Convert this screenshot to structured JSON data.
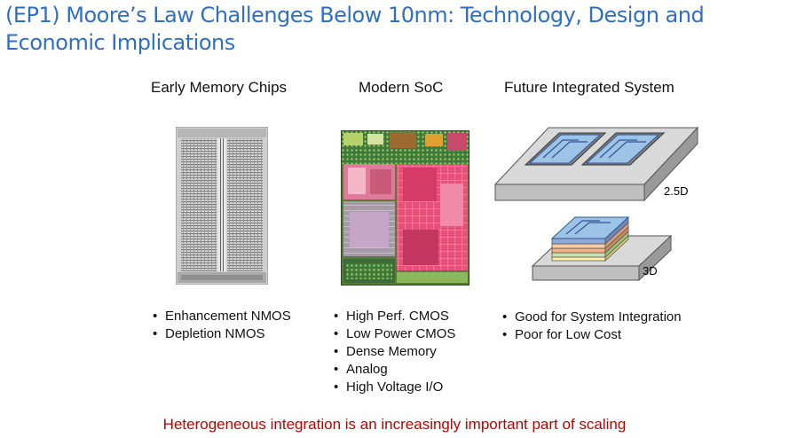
{
  "title": "(EP1) Moore’s Law Challenges Below 10nm: Technology, Design and Economic Implications",
  "columns": [
    {
      "heading": "Early Memory Chips",
      "bullets": [
        "Enhancement NMOS",
        "Depletion NMOS"
      ]
    },
    {
      "heading": "Modern SoC",
      "bullets": [
        "High Perf. CMOS",
        "Low Power CMOS",
        "Dense Memory",
        "Analog",
        "High Voltage I/O"
      ]
    },
    {
      "heading": "Future Integrated System",
      "bullets": [
        "Good for System Integration",
        "Poor for Low Cost"
      ],
      "labels": {
        "label_25d": "2.5D",
        "label_3d": "3D"
      }
    }
  ],
  "caption": "Heterogeneous integration is an increasingly important part of scaling",
  "colors": {
    "title": "#2e6fc4",
    "caption": "#c00000"
  }
}
